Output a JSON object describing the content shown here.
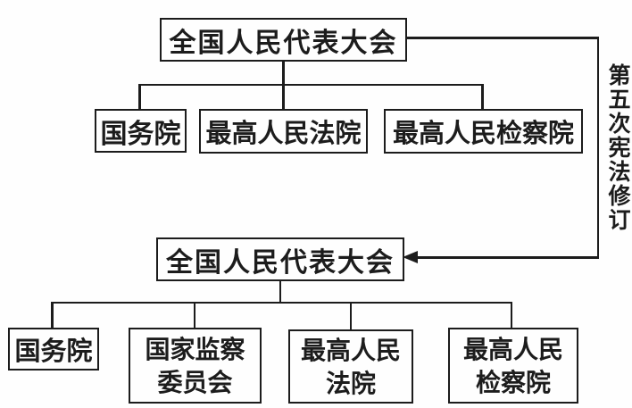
{
  "colors": {
    "ink": "#1c1c1c",
    "background": "#fefefe"
  },
  "annotation": {
    "label": "第五次宪法修订"
  },
  "before": {
    "root": {
      "label": "全国人民代表大会"
    },
    "children": [
      {
        "label": "国务院"
      },
      {
        "label": "最高人民法院"
      },
      {
        "label": "最高人民检察院"
      }
    ]
  },
  "after": {
    "root": {
      "label": "全国人民代表大会"
    },
    "children": [
      {
        "label": "国务院"
      },
      {
        "label": "国家监察\n委员会"
      },
      {
        "label": "最高人民\n法院"
      },
      {
        "label": "最高人民\n检察院"
      }
    ]
  }
}
